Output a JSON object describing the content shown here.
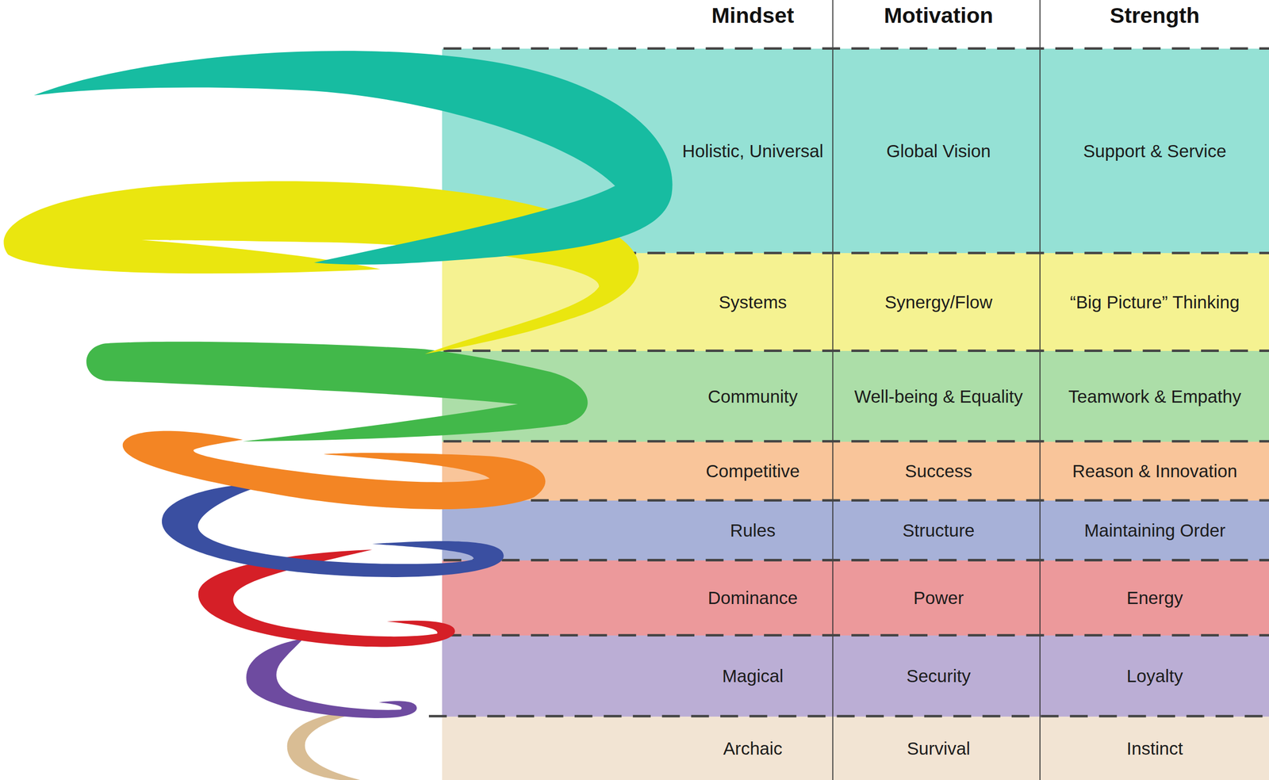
{
  "diagram": {
    "nodes": [
      {
        "text": [
          "Holistic, Universal",
          "Global Vision",
          "Support & Service"
        ]
      },
      {
        "text": [
          "Systems",
          "Synergy/Flow",
          "“Big Picture” Thinking"
        ]
      },
      {
        "text": [
          "Community",
          "Well-being & Equality",
          "Teamwork & Empathy"
        ]
      },
      {
        "text": [
          "Competitive",
          "Success",
          "Reason & Innovation"
        ]
      },
      {
        "text": [
          "Rules",
          "Structure",
          "Maintaining Order"
        ]
      },
      {
        "text": [
          "Dominance",
          "Power",
          "Energy"
        ]
      },
      {
        "text": [
          "Magical",
          "Security",
          "Loyalty"
        ]
      },
      {
        "text": [
          "Archaic",
          "Survival",
          "Instinct"
        ]
      }
    ],
    "labels": [
      "Mindset",
      "Motivation",
      "Strength"
    ]
  }
}
